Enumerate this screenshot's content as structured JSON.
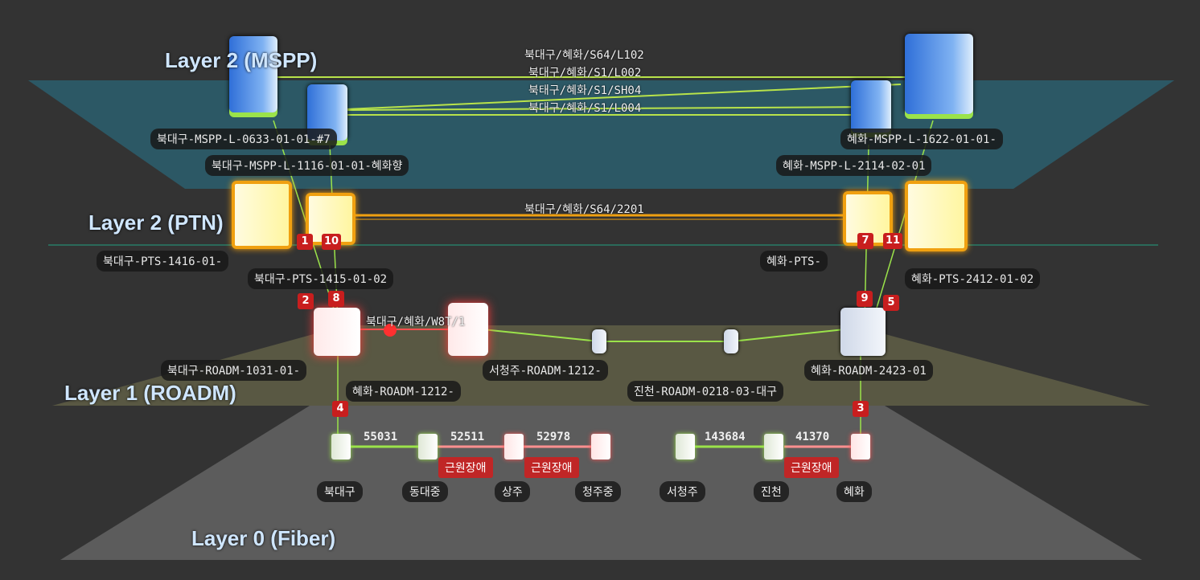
{
  "layers": {
    "mspp": "Layer 2 (MSPP)",
    "ptn": "Layer 2 (PTN)",
    "roadm": "Layer 1 (ROADM)",
    "fiber": "Layer 0 (Fiber)"
  },
  "colors": {
    "ok_link": "#9be34a",
    "ptn_link": "#f0a010",
    "alarm": "#c81e1e",
    "mspp_plane": "#2b5f6e",
    "roadm_plane": "#5d5c45",
    "fiber_plane": "#5c5c5c"
  },
  "mspp": {
    "links": [
      "북대구/혜화/S64/L102",
      "북대구/혜화/S1/L002",
      "북태구/혜화/S1/SH04",
      "북대구/혜화/S1/L004"
    ],
    "devices": [
      "북대구-MSPP-L-0633-01-01-#7",
      "북대구-MSPP-L-1116-01-01-혜화향",
      "혜화-MSPP-L-1622-01-01-",
      "혜화-MSPP-L-2114-02-01"
    ]
  },
  "ptn": {
    "links": [
      "북대구/혜화/S64/2201"
    ],
    "devices": [
      "북대구-PTS-1416-01-",
      "북대구-PTS-1415-01-02",
      "혜화-PTS-",
      "혜화-PTS-2412-01-02"
    ]
  },
  "roadm": {
    "links": [
      "북대구/혜화/W8T/1"
    ],
    "devices": [
      "북대구-ROADM-1031-01-",
      "혜화-ROADM-1212-",
      "서청주-ROADM-1212-",
      "진천-ROADM-0218-03-대구",
      "혜화-ROADM-2423-01"
    ]
  },
  "badges": [
    "1",
    "10",
    "2",
    "8",
    "4",
    "7",
    "11",
    "9",
    "5",
    "3"
  ],
  "fiber": {
    "sites": [
      "북대구",
      "동대중",
      "상주",
      "청주중",
      "서청주",
      "진천",
      "혜화"
    ],
    "distances": [
      "55031",
      "52511",
      "52978",
      "143684",
      "41370"
    ],
    "alarm_label": "근원장애"
  }
}
